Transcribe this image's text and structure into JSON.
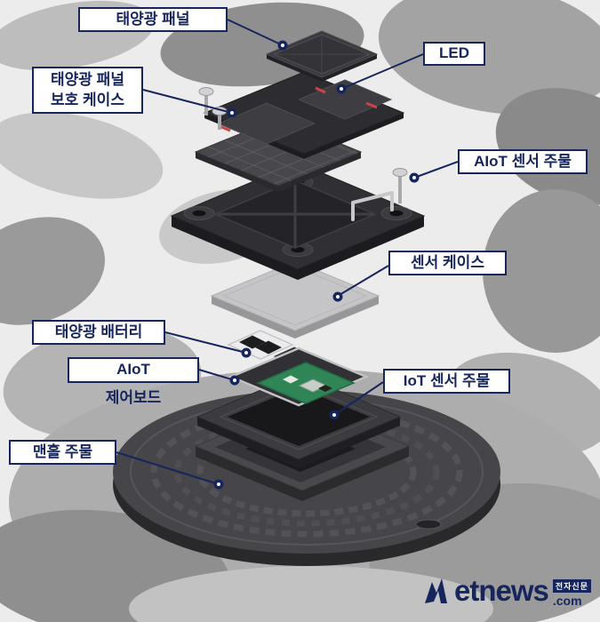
{
  "diagram": {
    "title_semantic": "AIoT manhole sensor exploded view",
    "labels": {
      "solar_panel": "태양광 패널",
      "led": "LED",
      "protect_case_line1": "태양광 패널",
      "protect_case_line2": "보호 케이스",
      "aiot_sensor_casting": "AIoT 센서 주물",
      "sensor_case": "센서 케이스",
      "solar_battery": "태양광 배터리",
      "aiot_board_line1": "AIoT",
      "aiot_board_line2": "제어보드",
      "iot_sensor_casting": "IoT 센서 주물",
      "manhole_casting": "맨홀 주물"
    },
    "colors": {
      "label_navy": "#16265c",
      "led_red": "#cc4444",
      "pcb_green": "#2f8556",
      "casting_dark": "#2f2f34",
      "sensor_case_gray": "#c5c5c7",
      "background_gray": "#ececec"
    }
  },
  "logo": {
    "name": "etnews",
    "suffix": ".com",
    "tagline": "전자신문"
  }
}
